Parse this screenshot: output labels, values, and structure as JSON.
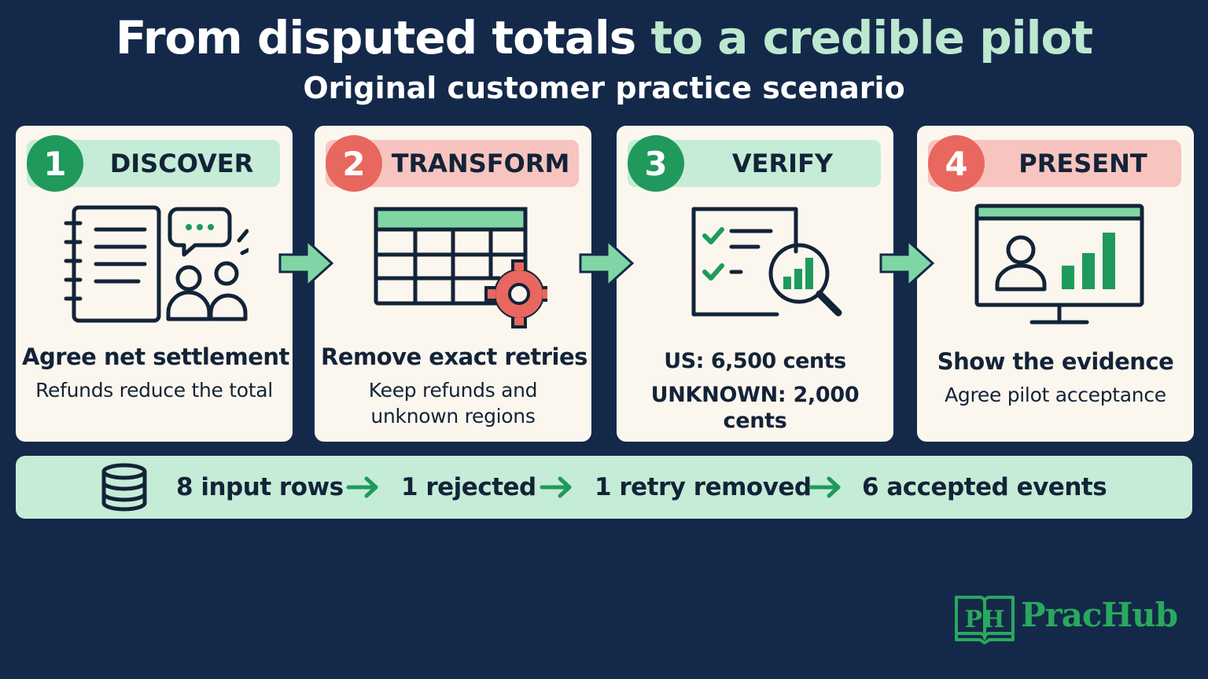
{
  "title": {
    "part1": "From disputed totals",
    "part2": "to a credible pilot"
  },
  "subtitle": "Original customer practice scenario",
  "steps": [
    {
      "number": "1",
      "label": "DISCOVER",
      "main": "Agree net settlement",
      "sub": "Refunds reduce the total",
      "accent": "#1f9a5c"
    },
    {
      "number": "2",
      "label": "TRANSFORM",
      "main": "Remove exact retries",
      "sub": "Keep refunds and unknown regions",
      "accent": "#e8675e"
    },
    {
      "number": "3",
      "label": "VERIFY",
      "main": "US: 6,500 cents",
      "sub": "UNKNOWN: 2,000 cents",
      "accent": "#1f9a5c"
    },
    {
      "number": "4",
      "label": "PRESENT",
      "main": "Show the evidence",
      "sub": "Agree pilot acceptance",
      "accent": "#e8675e"
    }
  ],
  "pipeline": {
    "input": "8 input rows",
    "rejected": "1 rejected",
    "retry": "1 retry removed",
    "accepted": "6 accepted events"
  },
  "logo": {
    "text": "PracHub",
    "mark": "PH"
  },
  "colors": {
    "background": "#14294a",
    "green": "#1f9a5c",
    "light_green": "#c5ecd6",
    "red": "#e8675e",
    "light_red": "#f7c4c0",
    "card": "#fbf7ee",
    "ink": "#132338"
  }
}
